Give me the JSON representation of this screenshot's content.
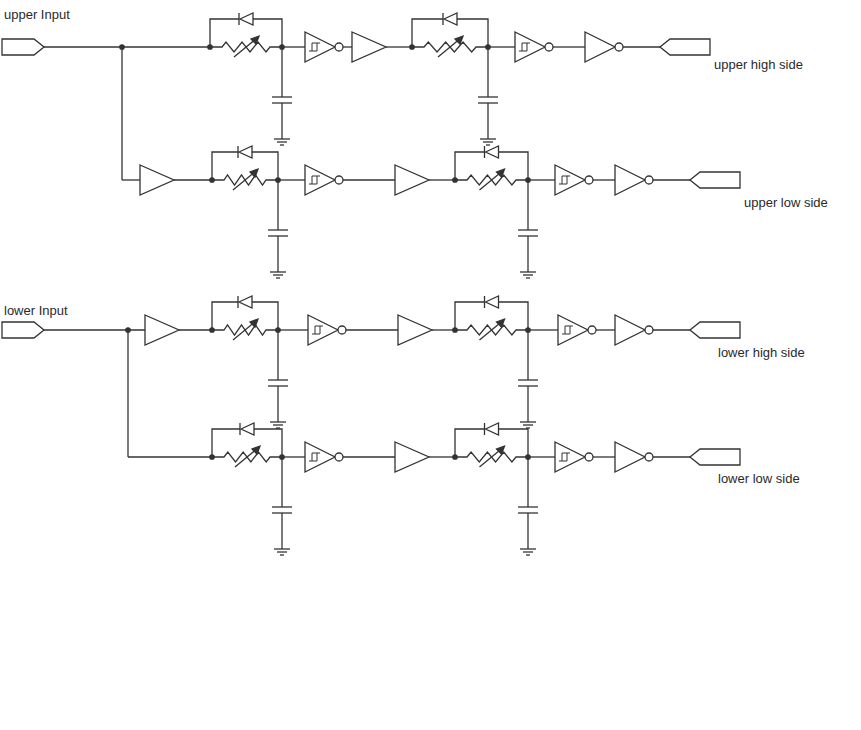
{
  "diagram": {
    "labels": [
      "upper Input",
      "upper high side",
      "upper low side",
      "lower Input",
      "lower high side",
      "lower low side"
    ]
  }
}
